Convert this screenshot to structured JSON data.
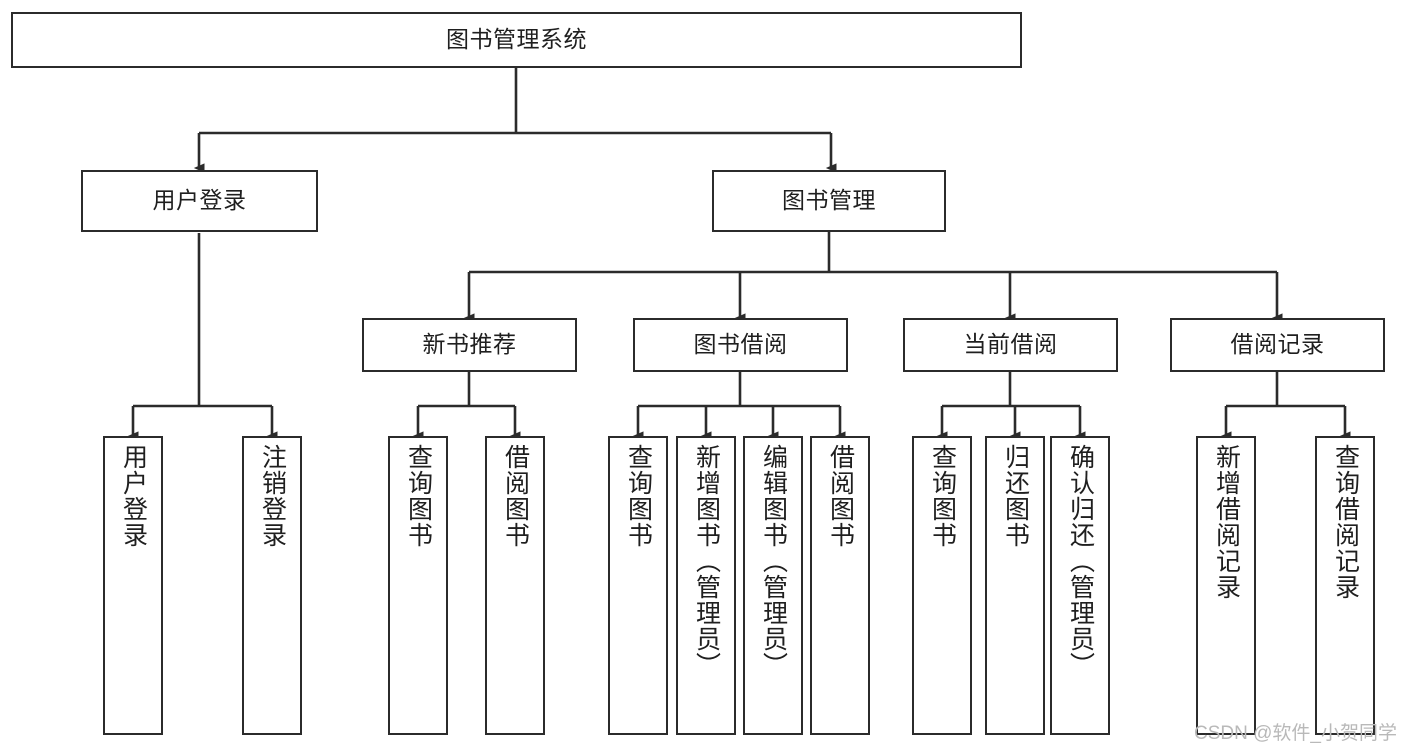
{
  "diagram": {
    "type": "tree-hierarchy",
    "title": "图书管理系统",
    "watermark": "CSDN @软件_小贺同学",
    "colors": {
      "box_border": "#2b2b2b",
      "box_fill": "#ffffff",
      "line": "#2b2b2b",
      "text": "#1f1f1f",
      "watermark": "#b9b9b9",
      "background": "#ffffff"
    },
    "nodes": {
      "root": "图书管理系统",
      "level1": [
        "用户登录",
        "图书管理"
      ],
      "level2": [
        "新书推荐",
        "图书借阅",
        "当前借阅",
        "借阅记录"
      ],
      "leaves": {
        "user_login": [
          "用户登录",
          "注销登录"
        ],
        "new_book": [
          "查询图书",
          "借阅图书"
        ],
        "borrow": [
          "查询图书",
          "新增图书（管理员）",
          "编辑图书（管理员）",
          "借阅图书"
        ],
        "current": [
          "查询图书",
          "归还图书",
          "确认归还（管理员）"
        ],
        "records": [
          "新增借阅记录",
          "查询借阅记录"
        ]
      }
    }
  }
}
